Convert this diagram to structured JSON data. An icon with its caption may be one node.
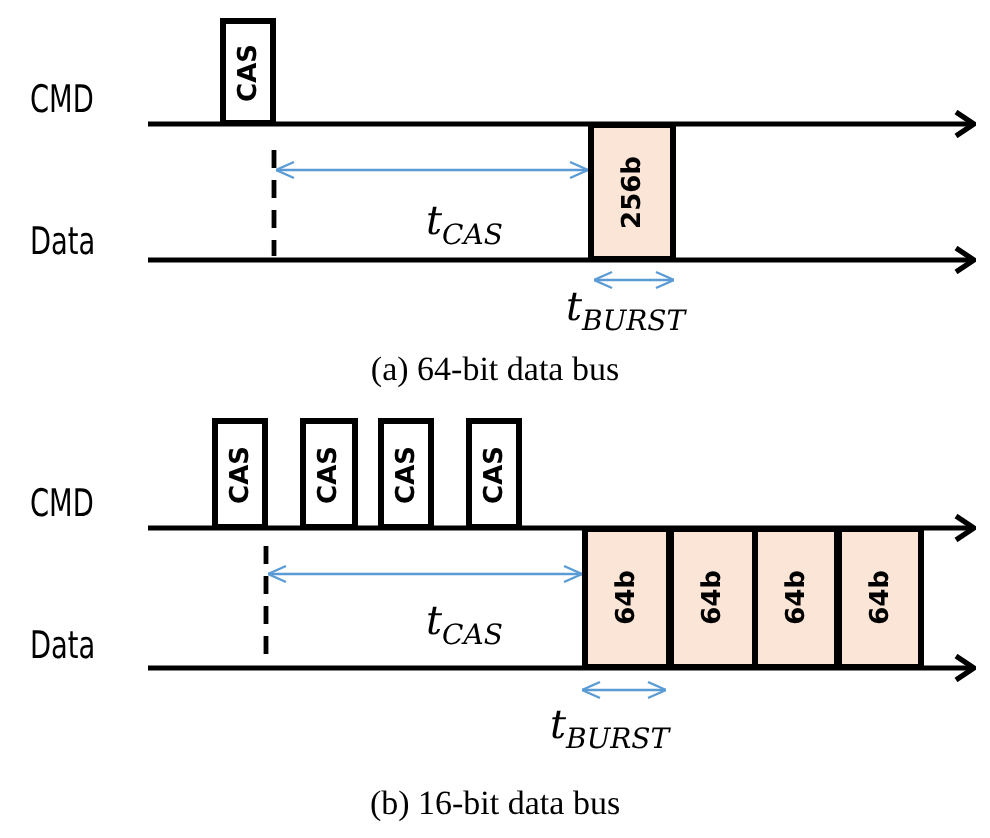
{
  "diagram": {
    "nodes": [
      {
        "text": [
          "CAS"
        ]
      },
      {
        "text": [
          "256b"
        ]
      },
      {
        "text": [
          "CAS"
        ]
      },
      {
        "text": [
          "CAS"
        ]
      },
      {
        "text": [
          "CAS"
        ]
      },
      {
        "text": [
          "CAS"
        ]
      },
      {
        "text": [
          "64b"
        ]
      },
      {
        "text": [
          "64b"
        ]
      },
      {
        "text": [
          "64b"
        ]
      },
      {
        "text": [
          "64b"
        ]
      }
    ],
    "edges": [],
    "labels": [
      "CMD",
      "Data",
      "t$_{CAS}$",
      "t$_{BURST}$",
      "(a) 64-bit data bus",
      "CMD",
      "Data",
      "t$_{CAS}$",
      "t$_{BURST}$",
      "(b) 16-bit data bus"
    ]
  }
}
